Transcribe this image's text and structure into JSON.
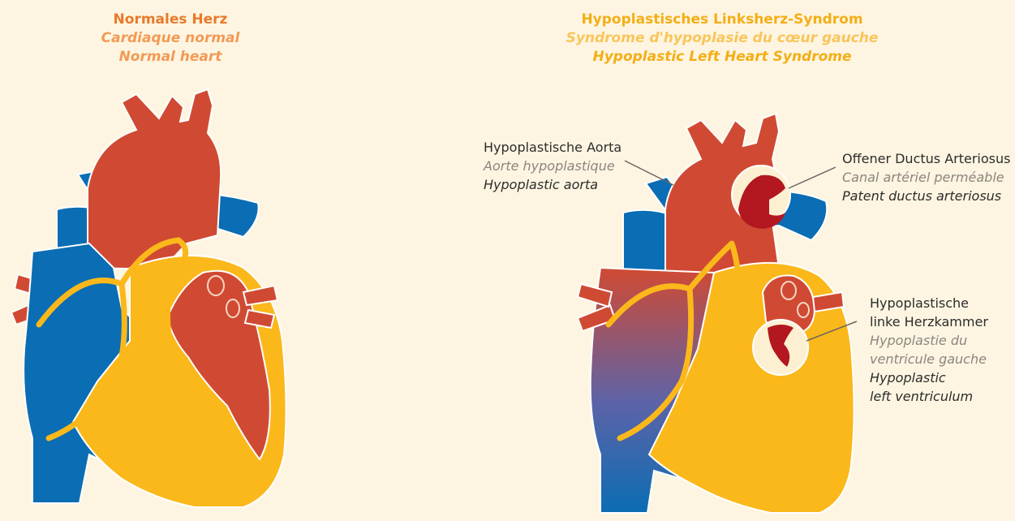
{
  "normal_heart": {
    "title_de": "Normales Herz",
    "title_fr": "Cardiaque normal",
    "title_en": "Normal heart"
  },
  "hlhs": {
    "title_de": "Hypoplastisches Linksherz-Syndrom",
    "title_fr": "Syndrome d'hypoplasie du cœur gauche",
    "title_en": "Hypoplastic Left Heart Syndrome"
  },
  "labels": {
    "aorta": {
      "de": "Hypoplastische Aorta",
      "fr": "Aorte hypoplastique",
      "en": "Hypoplastic aorta"
    },
    "ductus": {
      "de": "Offener Ductus Arteriosus",
      "fr": "Canal artériel perméable",
      "en": "Patent ductus arteriosus"
    },
    "ventricle": {
      "de_line1": "Hypoplastische",
      "de_line2": "linke Herzkammer",
      "fr_line1": "Hypoplastie du",
      "fr_line2": "ventricule gauche",
      "en_line1": "Hypoplastic",
      "en_line2": "left ventriculum"
    }
  },
  "colors": {
    "background": "#fdf5e1",
    "oxygenated_red": "#d04a33",
    "deoxygenated_blue": "#0b6db3",
    "muscle_yellow": "#fbb81b",
    "blood_dark_red": "#b3171f"
  }
}
